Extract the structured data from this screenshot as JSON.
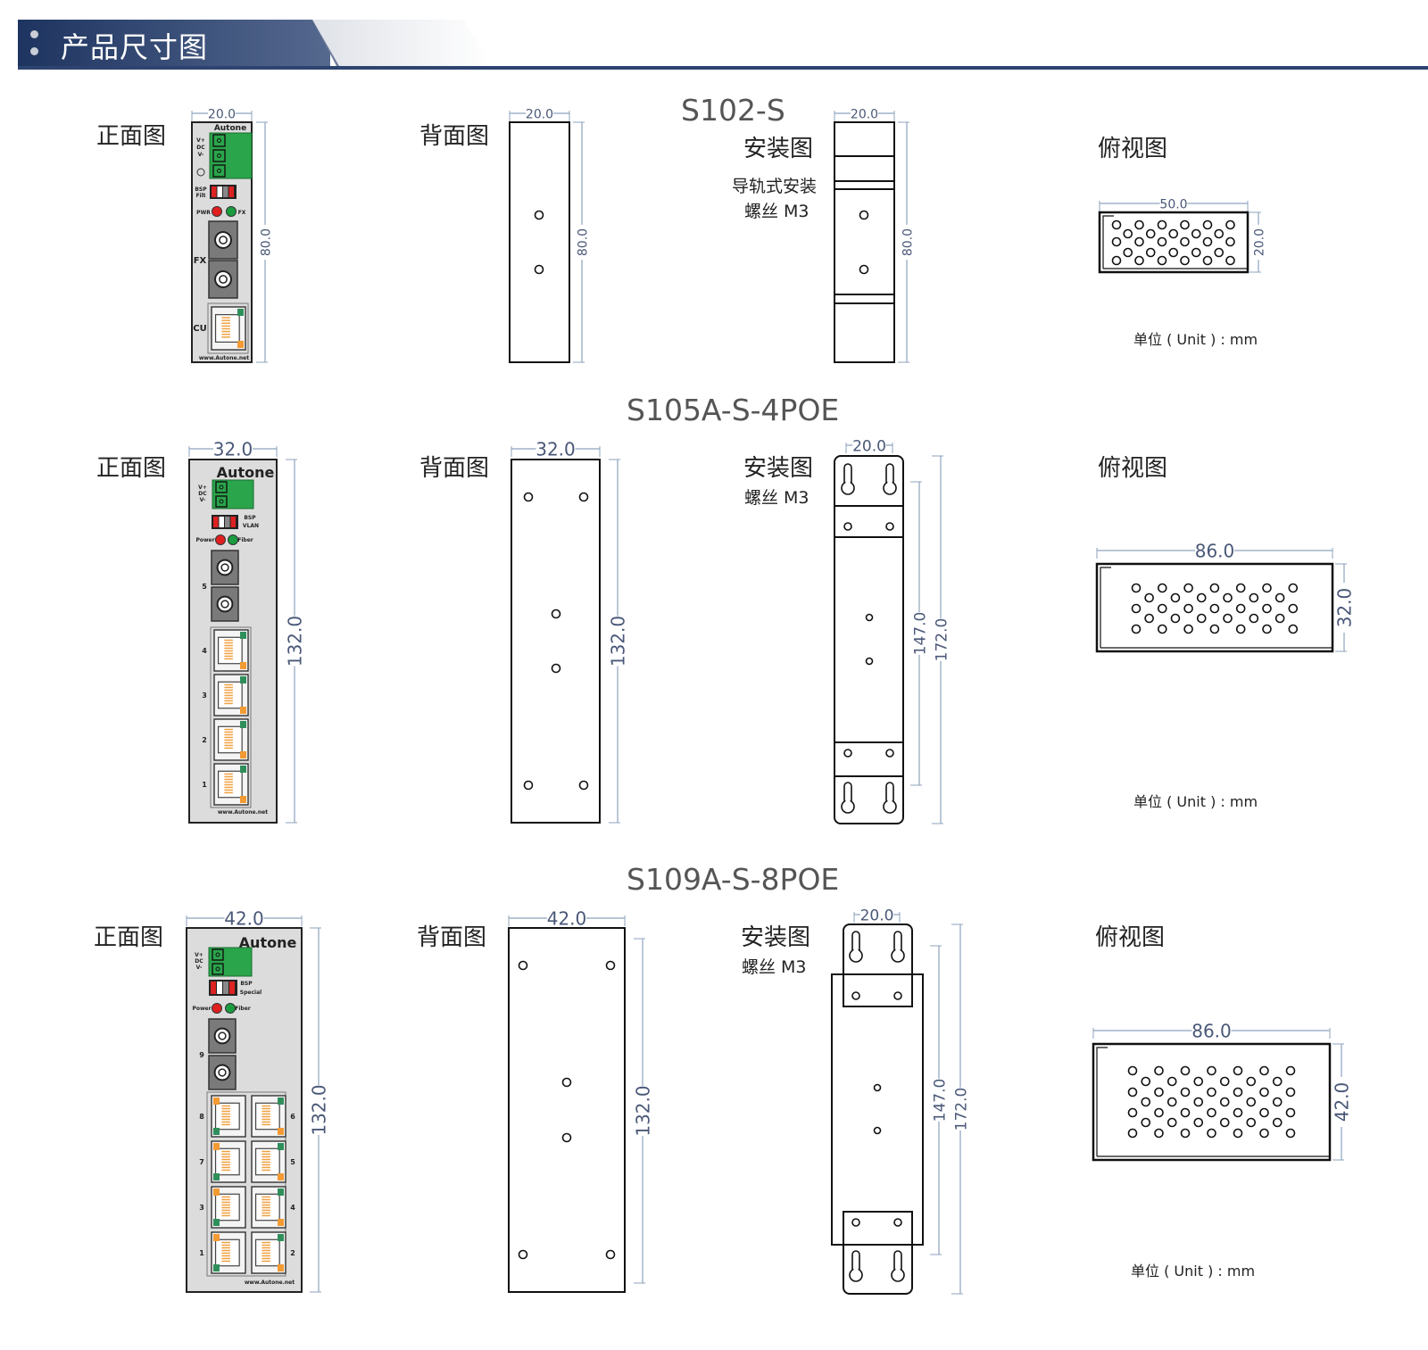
{
  "header": {
    "title": "产品尺寸图"
  },
  "common": {
    "front_label": "正面图",
    "back_label": "背面图",
    "install_label": "安装图",
    "top_label": "俯视图",
    "unit": "单位 ( Unit ) : mm",
    "brand": "Autone",
    "website": "www.Autone.net",
    "power_labels": [
      "V+",
      "DC",
      "V-"
    ]
  },
  "models": [
    {
      "name": "S102-S",
      "install_notes": [
        "导轨式安装",
        "螺丝 M3"
      ],
      "dims": {
        "front_w": "20.0",
        "front_h": "80.0",
        "back_w": "20.0",
        "back_h": "80.0",
        "install_w": "20.0",
        "install_h": "80.0",
        "top_w": "50.0",
        "top_h": "20.0"
      },
      "panel": {
        "dip": [
          "BSP",
          "Filt"
        ],
        "leds": [
          "PWR",
          "FX"
        ],
        "fiber_label": "FX",
        "copper_label": "CU"
      }
    },
    {
      "name": "S105A-S-4POE",
      "install_notes": [
        "螺丝 M3"
      ],
      "dims": {
        "front_w": "32.0",
        "front_h": "132.0",
        "back_w": "32.0",
        "back_h": "132.0",
        "install_w": "20.0",
        "install_inner": "147.0",
        "install_outer": "172.0",
        "top_w": "86.0",
        "top_h": "32.0"
      },
      "panel": {
        "dip": [
          "BSP",
          "VLAN"
        ],
        "leds": [
          "Power",
          "Fiber"
        ],
        "fiber_label": "5",
        "ports": [
          "4",
          "3",
          "2",
          "1"
        ]
      }
    },
    {
      "name": "S109A-S-8POE",
      "install_notes": [
        "螺丝 M3"
      ],
      "dims": {
        "front_w": "42.0",
        "front_h": "132.0",
        "back_w": "42.0",
        "back_h": "132.0",
        "install_w": "20.0",
        "install_inner": "147.0",
        "install_outer": "172.0",
        "top_w": "86.0",
        "top_h": "42.0"
      },
      "panel": {
        "dip": [
          "BSP",
          "Special"
        ],
        "leds": [
          "Power",
          "Fiber"
        ],
        "fiber_label": "9",
        "ports_left": [
          "8",
          "7",
          "3",
          "1"
        ],
        "ports_right": [
          "6",
          "5",
          "4",
          "2"
        ]
      }
    }
  ]
}
